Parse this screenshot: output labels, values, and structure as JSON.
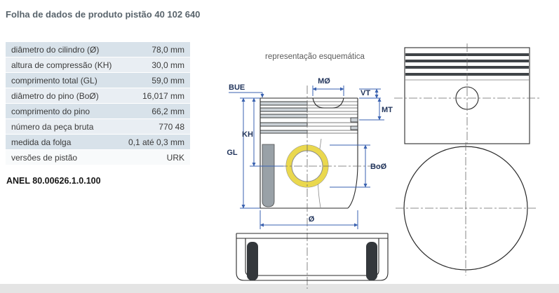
{
  "page": {
    "title": "Folha de dados de produto pistão 40 102 640"
  },
  "table": {
    "rows": [
      {
        "label": "diâmetro do cilindro (Ø)",
        "value": "78,0 mm"
      },
      {
        "label": "altura de compressão (KH)",
        "value": "30,0 mm"
      },
      {
        "label": "comprimento total (GL)",
        "value": "59,0 mm"
      },
      {
        "label": "diâmetro do pino (BoØ)",
        "value": "16,017 mm"
      },
      {
        "label": "comprimento do pino",
        "value": "66,2 mm"
      },
      {
        "label": "número da peça bruta",
        "value": "770 48"
      },
      {
        "label": "medida da folga",
        "value": "0,1 até 0,3 mm"
      },
      {
        "label": "versões de pistão",
        "value": "URK"
      }
    ]
  },
  "ring_note": "ANEL 80.00626.1.0.100",
  "diagram": {
    "caption": "representação esquemática",
    "labels": {
      "bue": "BUE",
      "mo": "MØ",
      "vt": "VT",
      "mt": "MT",
      "kh": "KH",
      "gl": "GL",
      "bod": "BoØ",
      "d": "Ø"
    },
    "colors": {
      "dimension_blue": "#3a62b0",
      "pin_bore_yellow": "#ead84e",
      "row_stripe_dark": "#d8e2ea",
      "row_stripe_light": "#e9eef3"
    }
  }
}
